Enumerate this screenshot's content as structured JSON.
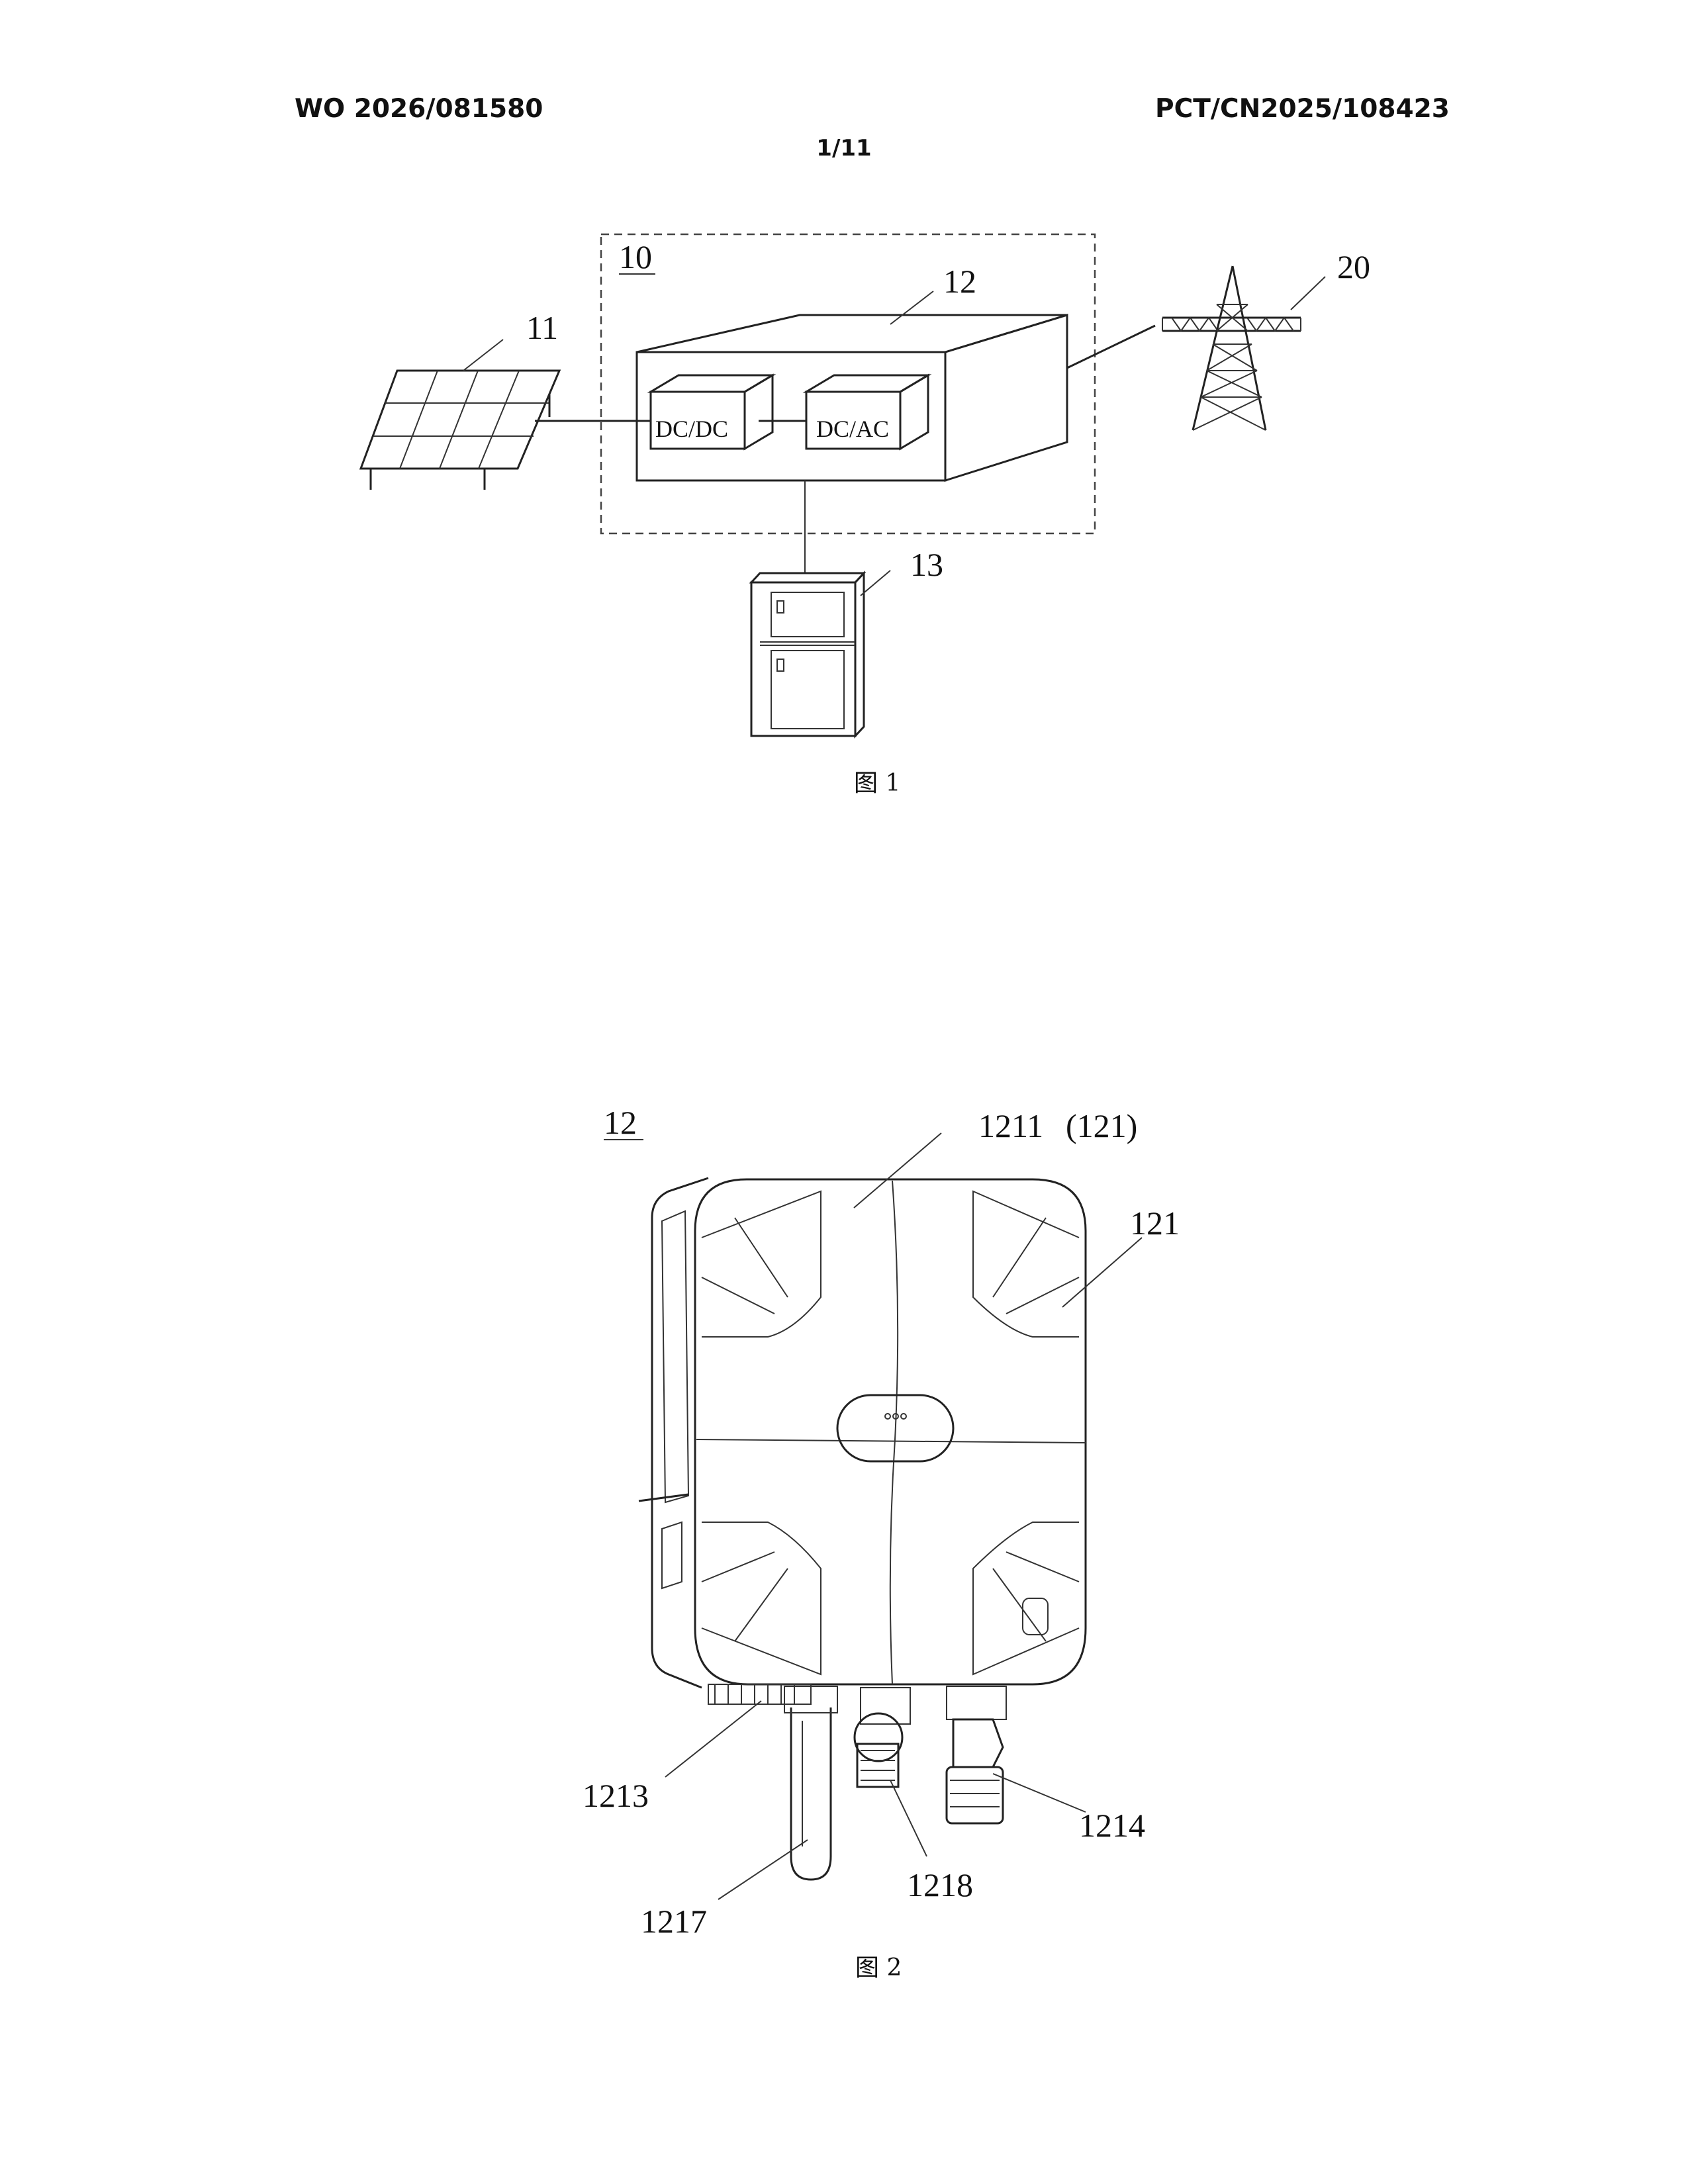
{
  "header": {
    "pub_number": "WO 2026/081580",
    "app_number": "PCT/CN2025/108423",
    "sheet": "1/11"
  },
  "figure1": {
    "caption": "图 1",
    "labels": {
      "system": "10",
      "panel": "11",
      "inverter": "12",
      "cabinet": "13",
      "grid": "20"
    },
    "boxes": {
      "dcdc": "DC/DC",
      "dcac": "DC/AC"
    }
  },
  "figure2": {
    "caption": "图 2",
    "labels": {
      "device": "12",
      "cover": "1211",
      "cover_ref": "(121)",
      "housing": "121",
      "ports": "1213",
      "connector_right": "1214",
      "antenna": "1217",
      "connector_mid": "1218"
    }
  }
}
